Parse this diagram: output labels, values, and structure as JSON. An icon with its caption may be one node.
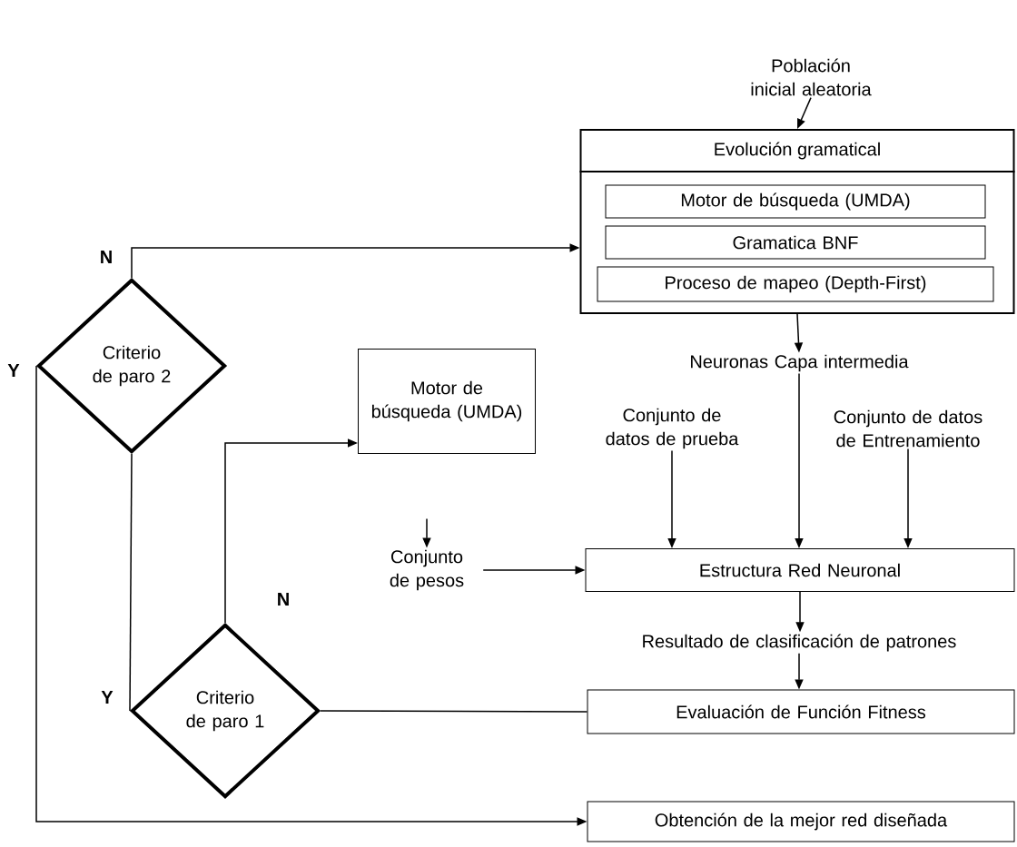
{
  "diagram": {
    "nodes": [
      {
        "text": [
          "Población inicial aleatoria"
        ]
      },
      {
        "text": [
          "Evolución gramatical"
        ]
      },
      {
        "text": [
          "Motor de búsqueda (UMDA)"
        ],
        "in": 1
      },
      {
        "text": [
          "Gramatica BNF"
        ],
        "in": 1
      },
      {
        "text": [
          "Proceso de mapeo (Depth-First)"
        ],
        "in": 1
      },
      {
        "text": [
          "Criterio de paro 2"
        ]
      },
      {
        "text": [
          "Motor de búsqueda (UMDA)"
        ]
      },
      {
        "text": [
          "Neuronas Capa intermedia"
        ]
      },
      {
        "text": [
          "Conjunto de datos de prueba"
        ]
      },
      {
        "text": [
          "Conjunto de datos de Entrenamiento"
        ]
      },
      {
        "text": [
          "Conjunto de pesos"
        ]
      },
      {
        "text": [
          "Estructura Red Neuronal"
        ]
      },
      {
        "text": [
          "Resultado de clasificación de patrones"
        ]
      },
      {
        "text": [
          "Criterio de paro 1"
        ]
      },
      {
        "text": [
          "Evaluación de Función Fitness"
        ]
      },
      {
        "text": [
          "Obtención de la mejor red diseñada"
        ]
      }
    ],
    "edges": [
      {
        "from": 0,
        "to": 1,
        "arrow": "to"
      },
      {
        "from": 1,
        "to": 7,
        "arrow": "to"
      },
      {
        "from": 7,
        "to": 11,
        "arrow": "to"
      },
      {
        "from": 8,
        "to": 11,
        "arrow": "to"
      },
      {
        "from": 9,
        "to": 11,
        "arrow": "to"
      },
      {
        "from": null,
        "to": 10,
        "arrow": "to"
      },
      {
        "from": 10,
        "to": 11,
        "arrow": "to"
      },
      {
        "from": 11,
        "to": 12,
        "arrow": "to"
      },
      {
        "from": 12,
        "to": 14,
        "arrow": "to"
      },
      {
        "from": 14,
        "to": 13,
        "arrow": "none"
      },
      {
        "from": 13,
        "to": 6,
        "arrow": "to",
        "label": "N"
      },
      {
        "from": 13,
        "to": 5,
        "arrow": "none",
        "label": "Y"
      },
      {
        "from": 5,
        "to": 1,
        "arrow": "to",
        "label": "N"
      },
      {
        "from": 5,
        "to": 15,
        "arrow": "to",
        "label": "Y"
      }
    ]
  }
}
